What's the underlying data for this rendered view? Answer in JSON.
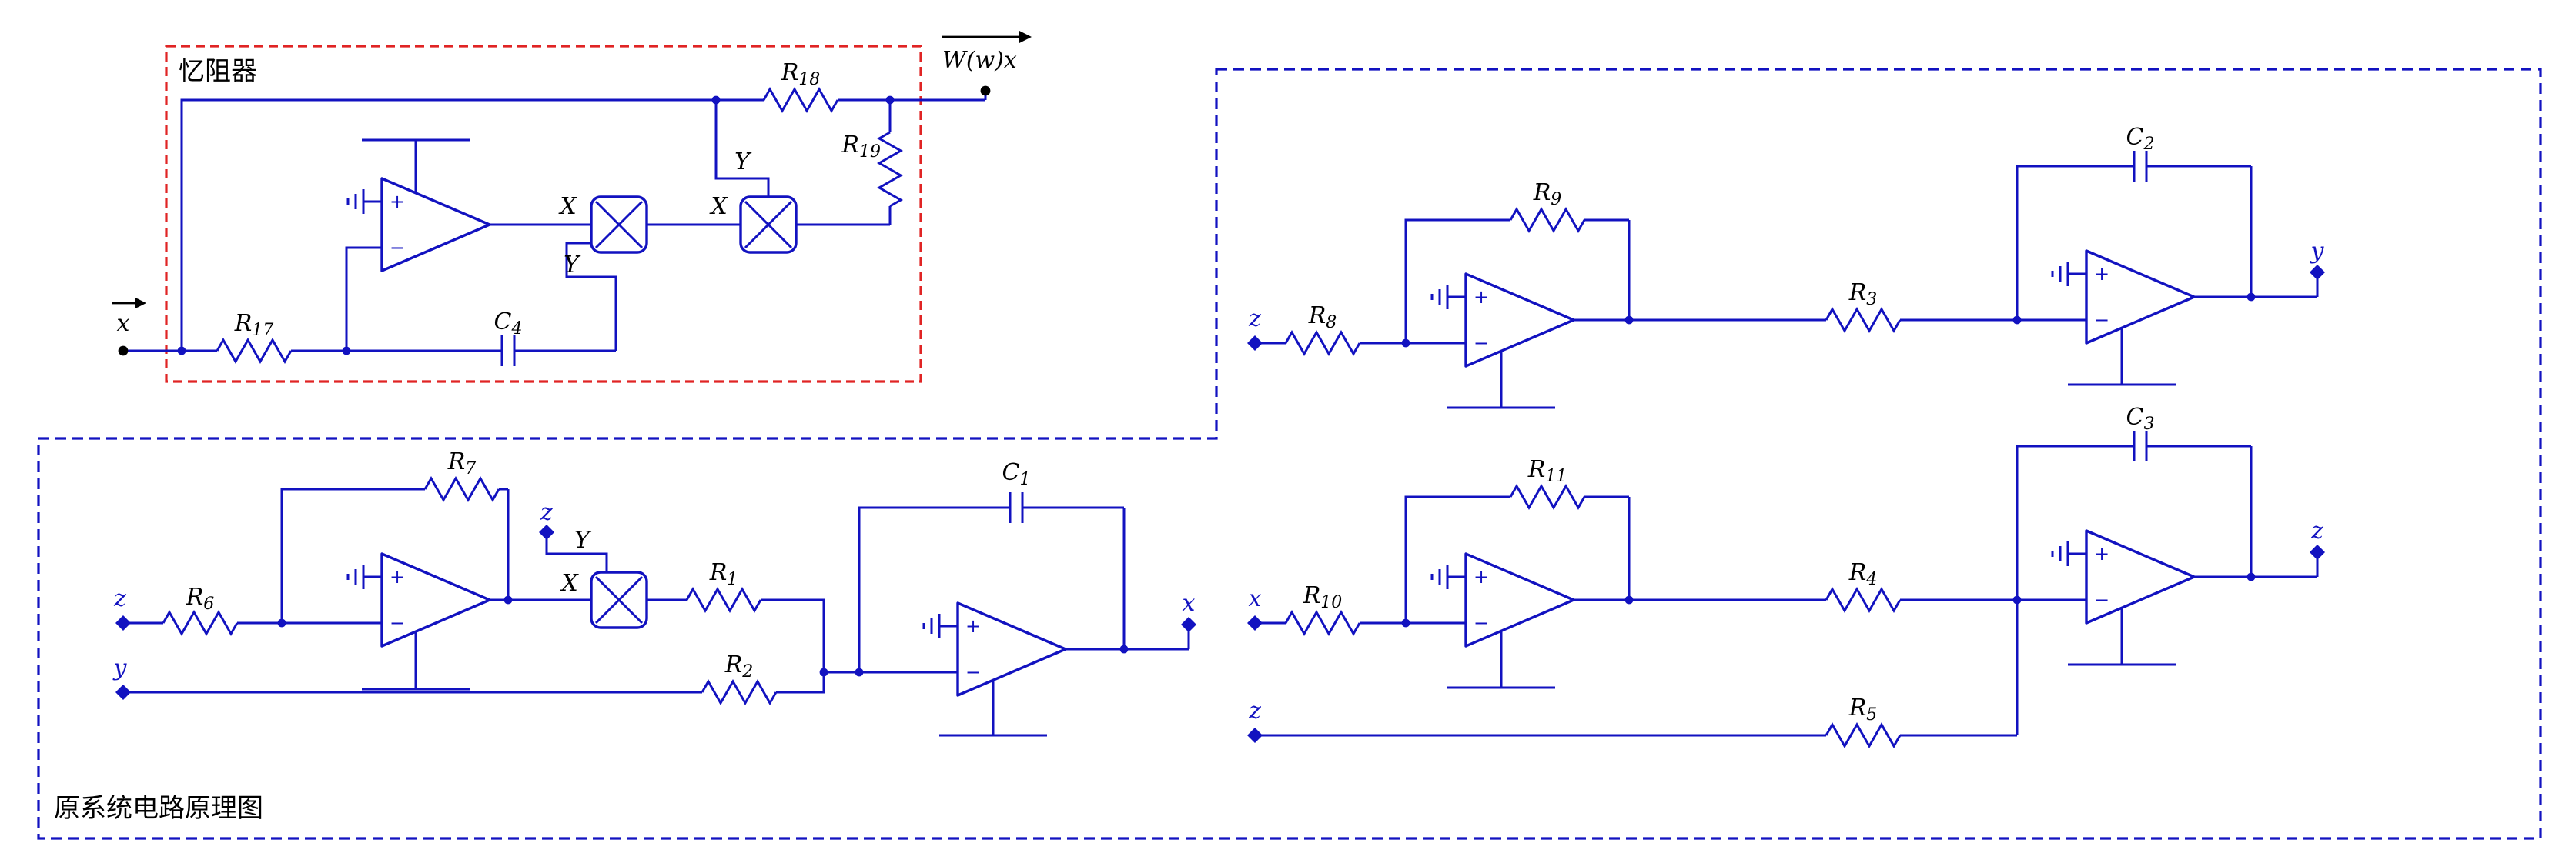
{
  "colors": {
    "wire_blue": "#1212c0",
    "box_red": "#e02424",
    "box_blue": "#1212c0",
    "terminal_black": "#000000"
  },
  "opamp_marks": {
    "plus": "+",
    "minus": "−"
  },
  "memristor": {
    "title": "忆阻器",
    "input": {
      "label": "x"
    },
    "output": {
      "label": "W(w)x"
    },
    "components": {
      "r17": {
        "m": "R",
        "s": "17"
      },
      "r18": {
        "m": "R",
        "s": "18"
      },
      "r19": {
        "m": "R",
        "s": "19"
      },
      "c4": {
        "m": "C",
        "s": "4"
      }
    },
    "mult1": {
      "in1": "X",
      "in2": "Y"
    },
    "mult2": {
      "in1": "X",
      "in2": "Y"
    }
  },
  "system": {
    "title": "原系统电路原理图",
    "x_circuit": {
      "inputs": {
        "z": "z",
        "y": "y",
        "z_mult": "z"
      },
      "output": "x",
      "mult": {
        "in1": "X",
        "in2": "Y"
      },
      "components": {
        "r6": {
          "m": "R",
          "s": "6"
        },
        "r7": {
          "m": "R",
          "s": "7"
        },
        "r1": {
          "m": "R",
          "s": "1"
        },
        "r2": {
          "m": "R",
          "s": "2"
        },
        "c1": {
          "m": "C",
          "s": "1"
        }
      }
    },
    "y_circuit": {
      "inputs": {
        "z": "z"
      },
      "output": "y",
      "components": {
        "r8": {
          "m": "R",
          "s": "8"
        },
        "r9": {
          "m": "R",
          "s": "9"
        },
        "r3": {
          "m": "R",
          "s": "3"
        },
        "c2": {
          "m": "C",
          "s": "2"
        }
      }
    },
    "z_circuit": {
      "inputs": {
        "x": "x",
        "z": "z"
      },
      "output": "z",
      "components": {
        "r10": {
          "m": "R",
          "s": "10"
        },
        "r11": {
          "m": "R",
          "s": "11"
        },
        "r4": {
          "m": "R",
          "s": "4"
        },
        "r5": {
          "m": "R",
          "s": "5"
        },
        "c3": {
          "m": "C",
          "s": "3"
        }
      }
    }
  }
}
